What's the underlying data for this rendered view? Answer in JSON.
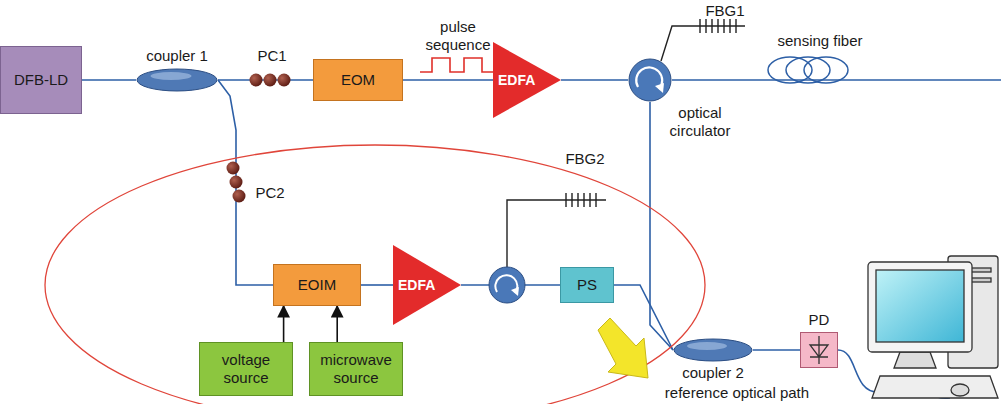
{
  "diagram": {
    "nodes": [
      {
        "text": [
          "DFB-LD"
        ]
      },
      {
        "text": [
          "coupler 1"
        ]
      },
      {
        "text": [
          "EOM"
        ]
      },
      {
        "text": [
          "EDFA"
        ]
      },
      {
        "text": [
          "optical circulator"
        ]
      },
      {
        "text": [
          "EOIM"
        ]
      },
      {
        "text": [
          "EDFA"
        ]
      },
      {
        "text": [
          "PS"
        ]
      },
      {
        "text": [
          "voltage source"
        ]
      },
      {
        "text": [
          "microwave source"
        ]
      },
      {
        "text": [
          "coupler 2"
        ]
      },
      {
        "text": [
          "PD"
        ]
      }
    ],
    "edges": [
      {
        "from": 0,
        "to": 1,
        "arrow": "none"
      },
      {
        "from": 1,
        "to": 2,
        "arrow": "none"
      },
      {
        "from": 2,
        "to": 3,
        "arrow": "none"
      },
      {
        "from": 3,
        "to": 4,
        "arrow": "none"
      },
      {
        "from": 1,
        "to": 5,
        "arrow": "none"
      },
      {
        "from": 5,
        "to": 6,
        "arrow": "none"
      },
      {
        "from": 6,
        "to": 7,
        "arrow": "none"
      },
      {
        "from": 7,
        "to": 10,
        "arrow": "none"
      },
      {
        "from": 4,
        "to": 10,
        "arrow": "none"
      },
      {
        "from": 10,
        "to": 11,
        "arrow": "none"
      },
      {
        "from": 8,
        "to": 5,
        "arrow": "to"
      },
      {
        "from": 9,
        "to": 5,
        "arrow": "to"
      }
    ],
    "labels": [
      "PC1",
      "pulse sequence",
      "FBG1",
      "sensing fiber",
      "PC2",
      "FBG2",
      "reference optical path"
    ]
  }
}
